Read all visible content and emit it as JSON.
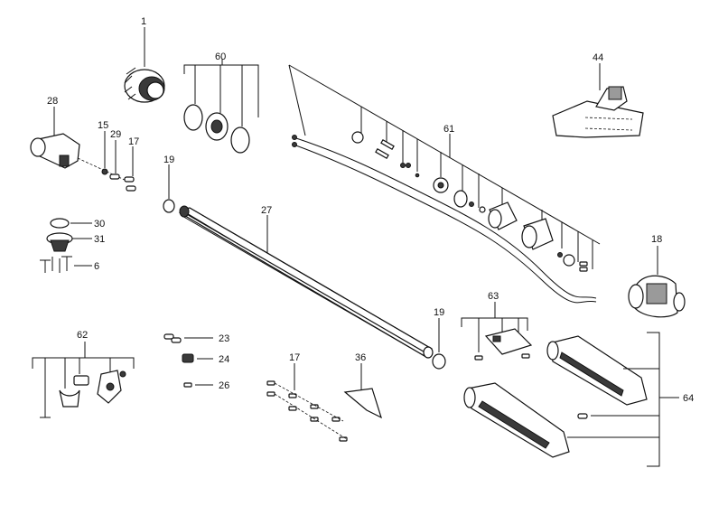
{
  "callouts": {
    "c1": "1",
    "c60": "60",
    "c44": "44",
    "c28": "28",
    "c15": "15",
    "c29": "29",
    "c17a": "17",
    "c19a": "19",
    "c61": "61",
    "c30": "30",
    "c31": "31",
    "c27": "27",
    "c18": "18",
    "c6": "6",
    "c63": "63",
    "c19b": "19",
    "c62": "62",
    "c23": "23",
    "c17b": "17",
    "c36": "36",
    "c24": "24",
    "c26": "26",
    "c64": "64"
  }
}
